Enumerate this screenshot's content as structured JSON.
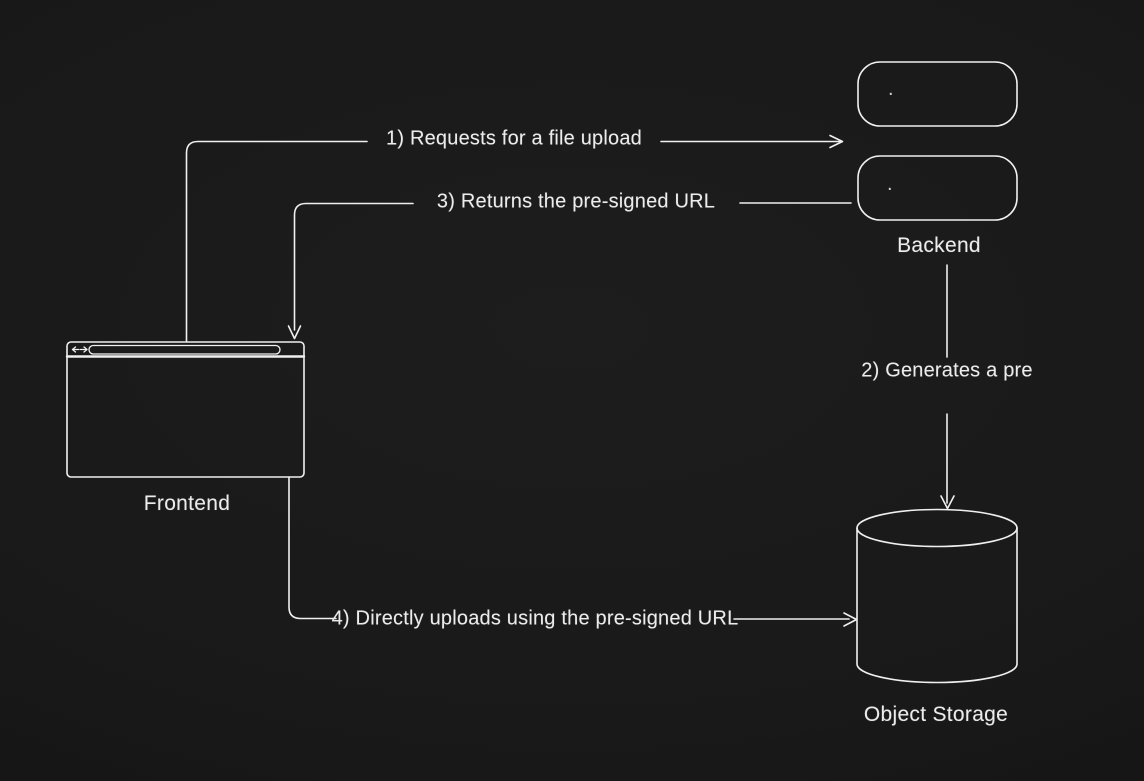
{
  "canvas": {
    "background_color": "#191919",
    "stroke_color": "#f0f0f0",
    "text_color": "#ececec"
  },
  "nodes": {
    "backend": {
      "label": "Backend",
      "boxes": [
        {
          "placeholder": "."
        },
        {
          "placeholder": "."
        }
      ]
    },
    "frontend": {
      "label": "Frontend"
    },
    "object_storage": {
      "label": "Object Storage"
    }
  },
  "edges": {
    "step1": {
      "label": "1) Requests for a file upload",
      "from": "Frontend",
      "to": "Backend"
    },
    "step2": {
      "label": "2) Generates a pre",
      "from": "Backend",
      "to": "Object Storage"
    },
    "step3": {
      "label": "3) Returns the pre-signed URL",
      "from": "Backend",
      "to": "Frontend"
    },
    "step4": {
      "label": "4) Directly uploads using the pre-signed URL",
      "from": "Frontend",
      "to": "Object Storage"
    }
  }
}
